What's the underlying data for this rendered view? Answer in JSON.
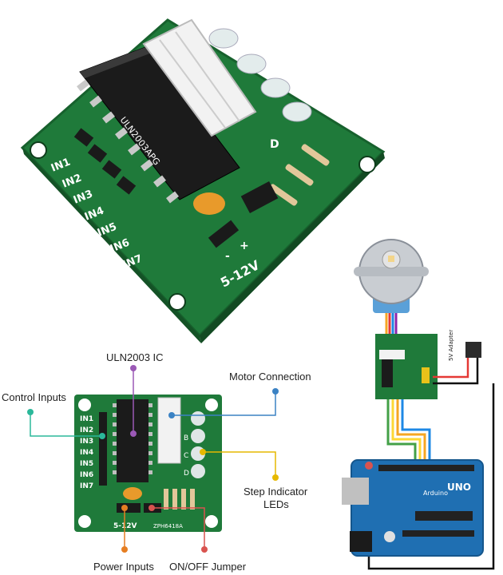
{
  "board_photo": {
    "pin_labels": [
      "IN1",
      "IN2",
      "IN3",
      "IN4",
      "IN5",
      "IN6",
      "IN7"
    ],
    "chip_text": "ULN2003APG",
    "voltage_label": "5-12V",
    "polarity_minus": "-",
    "polarity_plus": "+",
    "led_letter": "D"
  },
  "annotated_board": {
    "pin_labels": [
      "IN1",
      "IN2",
      "IN3",
      "IN4",
      "IN5",
      "IN6",
      "IN7"
    ],
    "led_letters": [
      "B",
      "C",
      "D"
    ],
    "voltage_label": "5-12V",
    "part_code": "ZPH6418A",
    "callouts": {
      "ic": "ULN2003 IC",
      "motor": "Motor Connection",
      "control": "Control Inputs",
      "leds_line1": "Step Indicator",
      "leds_line2": "LEDs",
      "power": "Power Inputs",
      "jumper": "ON/OFF Jumper"
    },
    "callout_colors": {
      "ic": "#9b59b6",
      "motor": "#3b82c4",
      "control": "#2bb89a",
      "leds": "#e6b800",
      "power": "#e67e22",
      "jumper": "#d9534f"
    }
  },
  "wiring": {
    "adapter_label": "5V Adapter",
    "arduino_brand": "Arduino",
    "arduino_model": "UNO",
    "wire_colors": [
      "#f5a623",
      "#e53935",
      "#1e88e5",
      "#43a047",
      "#fdd835",
      "#8e24aa"
    ]
  },
  "colors": {
    "pcb_green": "#1f7a3a",
    "pcb_dark": "#15602c",
    "arduino_blue": "#1f6fb2"
  }
}
